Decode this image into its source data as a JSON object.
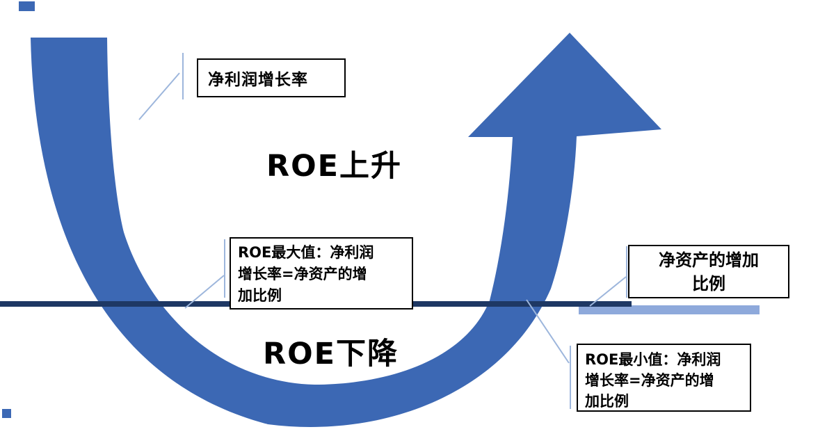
{
  "colors": {
    "curve": "#3c68b4",
    "dark_line": "#1e3864",
    "light_bar": "#8ea9db",
    "leader": "#9db6dc"
  },
  "free_text": {
    "roe_up": "ROE上升",
    "roe_down": "ROE下降"
  },
  "callouts": {
    "net_profit_growth_rate": {
      "text": "净利润增长率"
    },
    "roe_max": {
      "lines": [
        "ROE最大值：净利润",
        "增长率=净资产的增",
        "加比例"
      ]
    },
    "net_asset_increase": {
      "lines": [
        "净资产的增加",
        "比例"
      ]
    },
    "roe_min": {
      "lines": [
        "ROE最小值：净利润",
        "增长率=净资产的增",
        "加比例"
      ]
    }
  }
}
